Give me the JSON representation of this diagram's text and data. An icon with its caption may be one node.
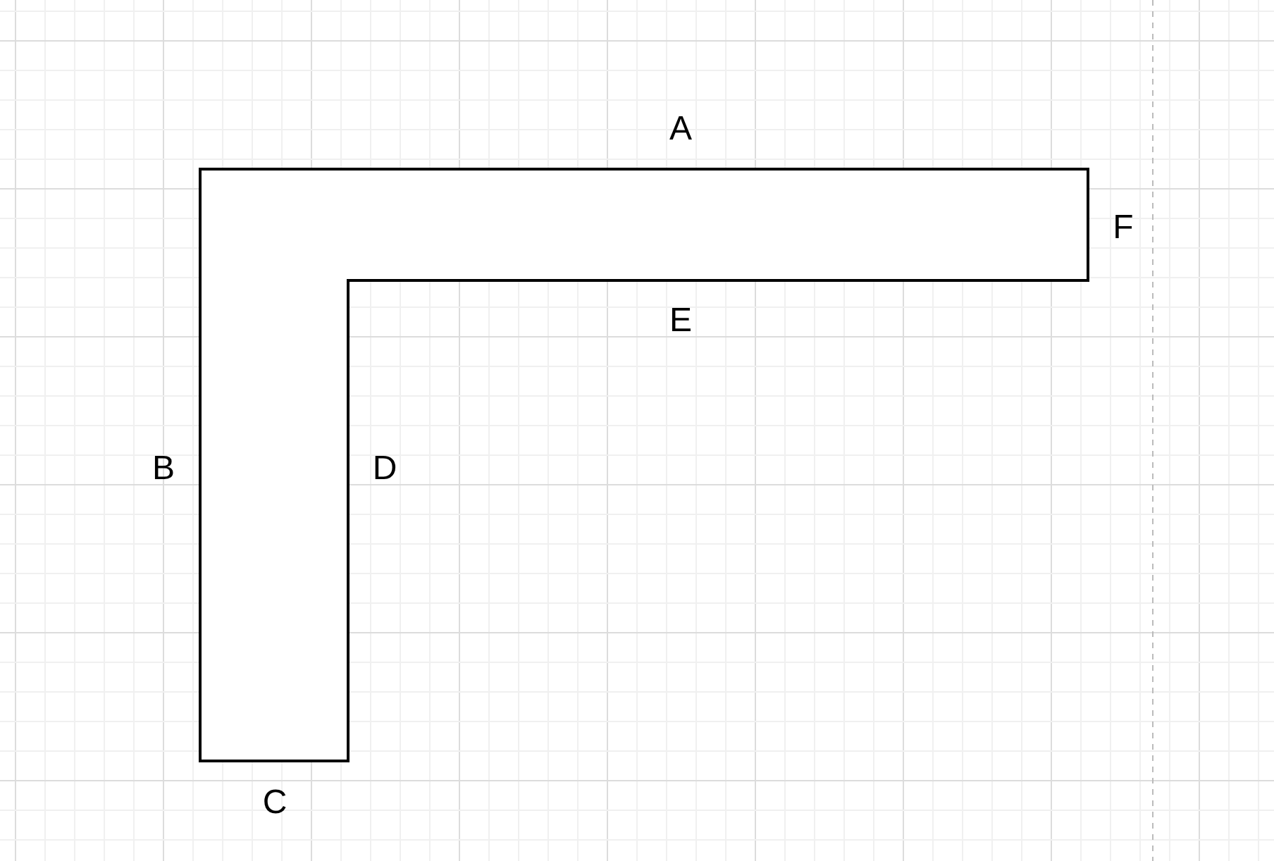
{
  "diagram": {
    "labels": [
      "A",
      "F",
      "E",
      "B",
      "D",
      "C"
    ]
  }
}
